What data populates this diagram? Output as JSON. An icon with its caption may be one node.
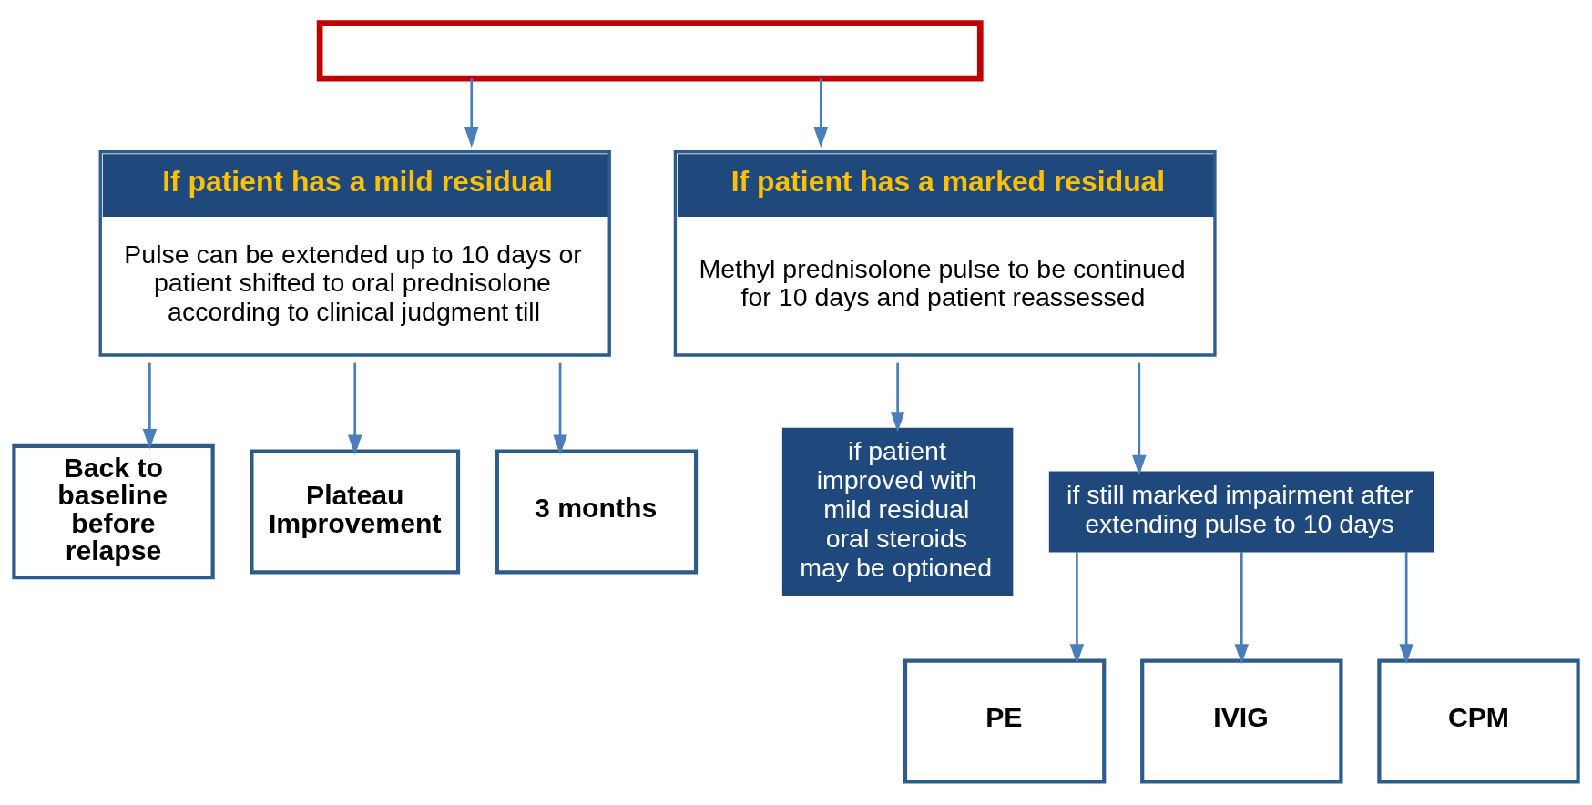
{
  "diagram": {
    "nodes": [
      {
        "text": [],
        "shape": "box"
      },
      {
        "text": [
          "If patient has a mild residual",
          "Pulse can be extended up to 10 days or patient shifted to oral prednisolone according to clinical judgment till"
        ]
      },
      {
        "text": [
          "If patient has a marked residual",
          "Methyl prednisolone pulse to be continued for 10 days and patient reassessed"
        ]
      },
      {
        "text": [
          "Back to baseline before relapse"
        ]
      },
      {
        "text": [
          "Plateau Improvement"
        ]
      },
      {
        "text": [
          "3 months"
        ]
      },
      {
        "text": [
          "if patient improved with mild residual oral steroids may be optioned"
        ]
      },
      {
        "text": [
          "if still marked impairment after extending pulse to 10 days"
        ]
      },
      {
        "text": [
          "PE"
        ]
      },
      {
        "text": [
          "IVIG"
        ]
      },
      {
        "text": [
          "CPM"
        ]
      }
    ],
    "edges": [
      {
        "from": 0,
        "to": 1,
        "arrow": "to"
      },
      {
        "from": 0,
        "to": 2,
        "arrow": "to"
      },
      {
        "from": 1,
        "to": 3,
        "arrow": "to"
      },
      {
        "from": 1,
        "to": 4,
        "arrow": "to"
      },
      {
        "from": 1,
        "to": 5,
        "arrow": "to"
      },
      {
        "from": 2,
        "to": 6,
        "arrow": "to"
      },
      {
        "from": 2,
        "to": 7,
        "arrow": "to"
      },
      {
        "from": 7,
        "to": 8,
        "arrow": "to"
      },
      {
        "from": 7,
        "to": 9,
        "arrow": "to"
      },
      {
        "from": 7,
        "to": 10,
        "arrow": "to"
      }
    ]
  }
}
